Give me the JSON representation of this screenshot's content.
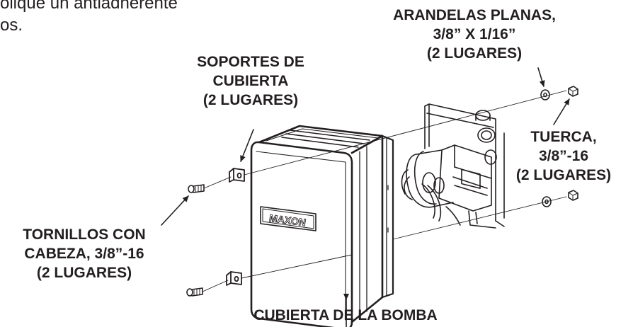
{
  "intro_text": {
    "line1": "olique un antiadherente",
    "line2": "os."
  },
  "callouts": {
    "flat_washers": {
      "line1": "ARANDELAS PLANAS,",
      "line2": "3/8” X 1/16”",
      "line3": "(2 LUGARES)"
    },
    "cover_brackets": {
      "line1": "SOPORTES DE",
      "line2": "CUBIERTA",
      "line3": "(2 LUGARES)"
    },
    "nut": {
      "line1": "TUERCA,",
      "line2": "3/8”-16",
      "line3": "(2 LUGARES)"
    },
    "cap_screws": {
      "line1": "TORNILLOS CON",
      "line2": "CABEZA, 3/8”-16",
      "line3": "(2 LUGARES)"
    },
    "pump_cover": {
      "line1": "CUBIERTA DE LA BOMBA"
    }
  },
  "cover_logo": "MAXON",
  "colors": {
    "ink": "#231f20",
    "background": "#ffffff"
  }
}
